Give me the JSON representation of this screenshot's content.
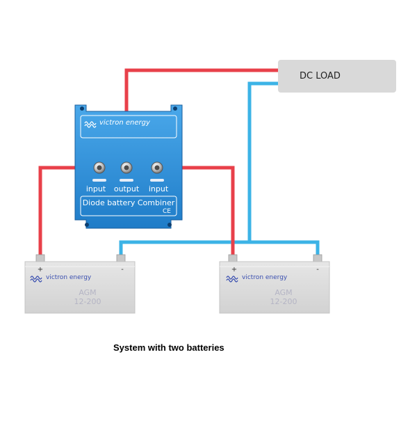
{
  "load": {
    "label": "DC LOAD"
  },
  "combiner": {
    "brand": "victron energy",
    "name": "Diode battery Combiner",
    "ce_mark": "CE",
    "terminals": [
      "input",
      "output",
      "input"
    ]
  },
  "batteries": [
    {
      "brand": "victron energy",
      "type": "AGM",
      "rating": "12-200",
      "plus": "+",
      "minus": "-"
    },
    {
      "brand": "victron energy",
      "type": "AGM",
      "rating": "12-200",
      "plus": "+",
      "minus": "-"
    }
  ],
  "caption": "System with two batteries",
  "colors": {
    "positive_wire": "#e8404a",
    "negative_wire": "#3cb3e6",
    "combiner_body": "#2f8fd8",
    "battery_body": "#dcdcdc",
    "load_box": "#d9d9d9"
  }
}
